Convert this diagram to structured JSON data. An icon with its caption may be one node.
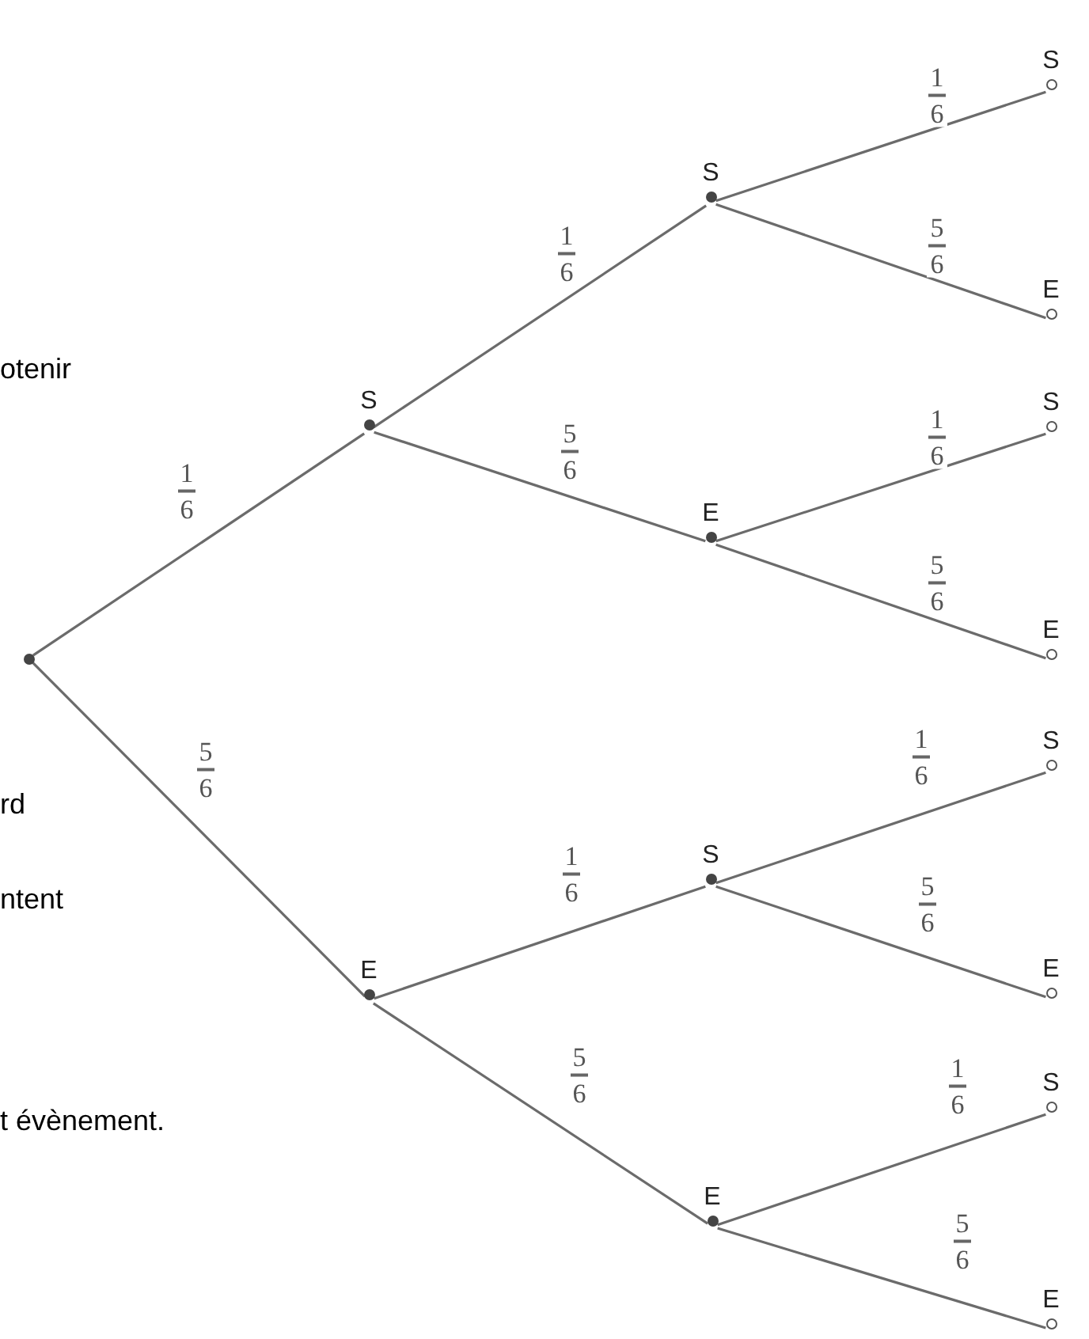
{
  "diagram": {
    "nodes": [
      {
        "text": [],
        "shape": "circle"
      },
      {
        "text": [
          "S"
        ]
      },
      {
        "text": [
          "S"
        ]
      },
      {
        "text": [
          "S"
        ]
      },
      {
        "text": [
          "E"
        ]
      },
      {
        "text": [
          "E"
        ]
      },
      {
        "text": [
          "S"
        ]
      },
      {
        "text": [
          "E"
        ]
      },
      {
        "text": [
          "E"
        ]
      },
      {
        "text": [
          "S"
        ]
      },
      {
        "text": [
          "S"
        ]
      },
      {
        "text": [
          "E"
        ]
      },
      {
        "text": [
          "E"
        ]
      },
      {
        "text": [
          "S"
        ]
      },
      {
        "text": [
          "E"
        ]
      }
    ],
    "edges": [
      {
        "from": 0,
        "to": 1,
        "arrow": "none",
        "label": "1/6"
      },
      {
        "from": 0,
        "to": 8,
        "arrow": "none",
        "label": "5/6"
      },
      {
        "from": 1,
        "to": 2,
        "arrow": "none",
        "label": "1/6"
      },
      {
        "from": 1,
        "to": 5,
        "arrow": "none",
        "label": "5/6"
      },
      {
        "from": 2,
        "to": 3,
        "arrow": "none",
        "label": "1/6"
      },
      {
        "from": 2,
        "to": 4,
        "arrow": "none",
        "label": "5/6"
      },
      {
        "from": 5,
        "to": 6,
        "arrow": "none",
        "label": "1/6"
      },
      {
        "from": 5,
        "to": 7,
        "arrow": "none",
        "label": "5/6"
      },
      {
        "from": 8,
        "to": 9,
        "arrow": "none",
        "label": "1/6"
      },
      {
        "from": 8,
        "to": 12,
        "arrow": "none",
        "label": "5/6"
      },
      {
        "from": 9,
        "to": 10,
        "arrow": "none",
        "label": "1/6"
      },
      {
        "from": 9,
        "to": 11,
        "arrow": "none",
        "label": "5/6"
      },
      {
        "from": 12,
        "to": 13,
        "arrow": "none",
        "label": "1/6"
      },
      {
        "from": 12,
        "to": 14,
        "arrow": "none",
        "label": "5/6"
      }
    ],
    "labels": [
      "otenir",
      "rd",
      "ntent",
      "t évènement."
    ]
  }
}
